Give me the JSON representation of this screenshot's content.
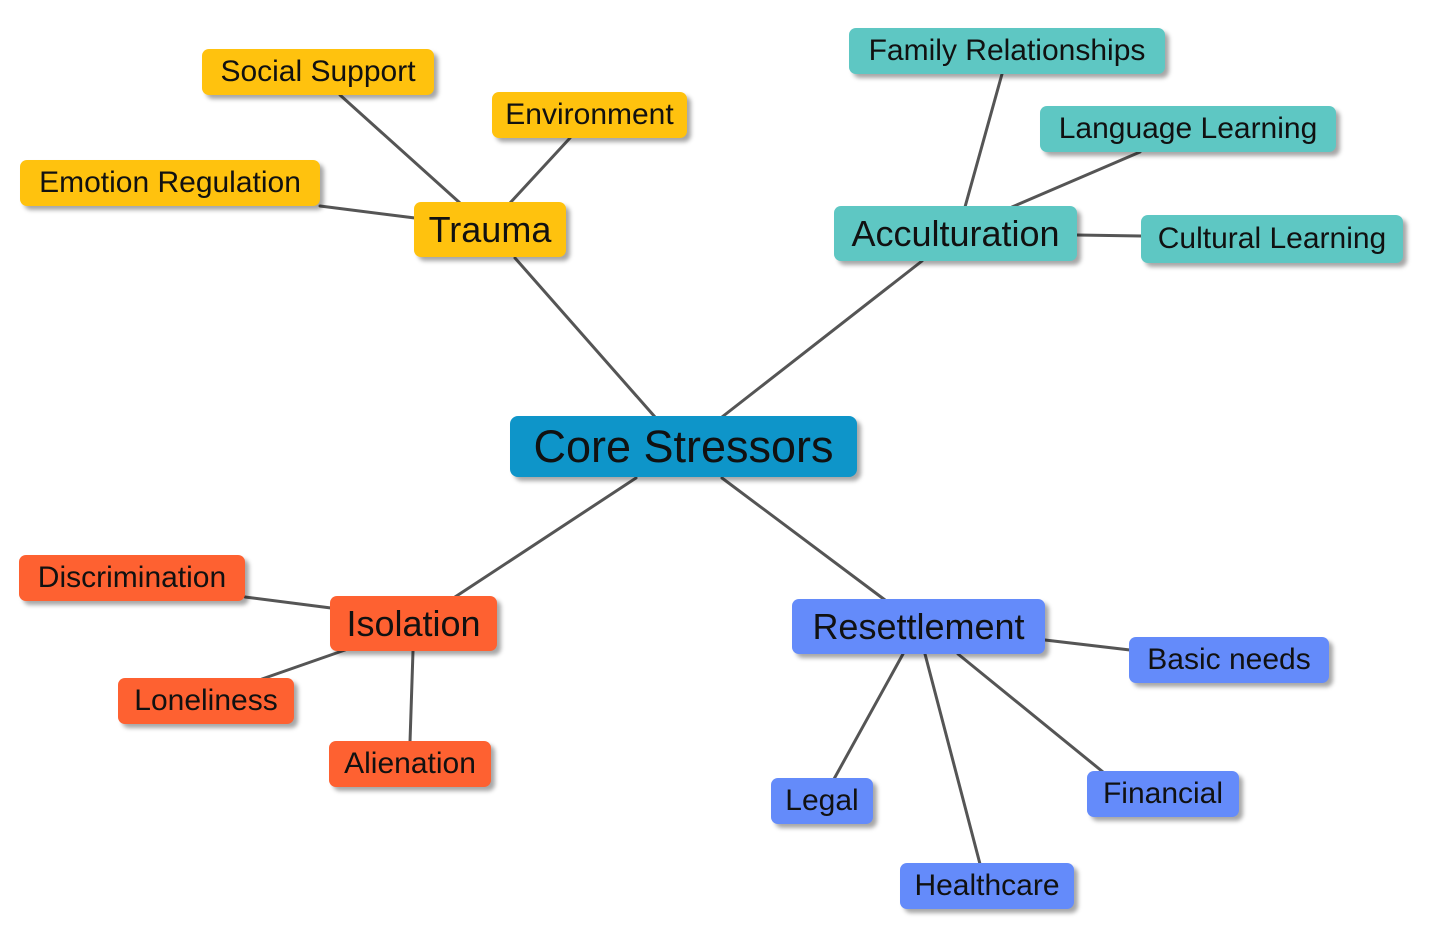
{
  "colors": {
    "core": "#0e95c9",
    "trauma": "#ffc20e",
    "acculturation": "#5ec7c3",
    "isolation": "#fe6131",
    "resettlement": "#648bfa",
    "link": "#555555"
  },
  "core": {
    "label": "Core Stressors"
  },
  "trauma": {
    "label": "Trauma",
    "children": [
      "Social Support",
      "Environment",
      "Emotion Regulation"
    ]
  },
  "acculturation": {
    "label": "Acculturation",
    "children": [
      "Family Relationships",
      "Language Learning",
      "Cultural Learning"
    ]
  },
  "isolation": {
    "label": "Isolation",
    "children": [
      "Discrimination",
      "Loneliness",
      "Alienation"
    ]
  },
  "resettlement": {
    "label": "Resettlement",
    "children": [
      "Basic needs",
      "Legal",
      "Financial",
      "Healthcare"
    ]
  }
}
